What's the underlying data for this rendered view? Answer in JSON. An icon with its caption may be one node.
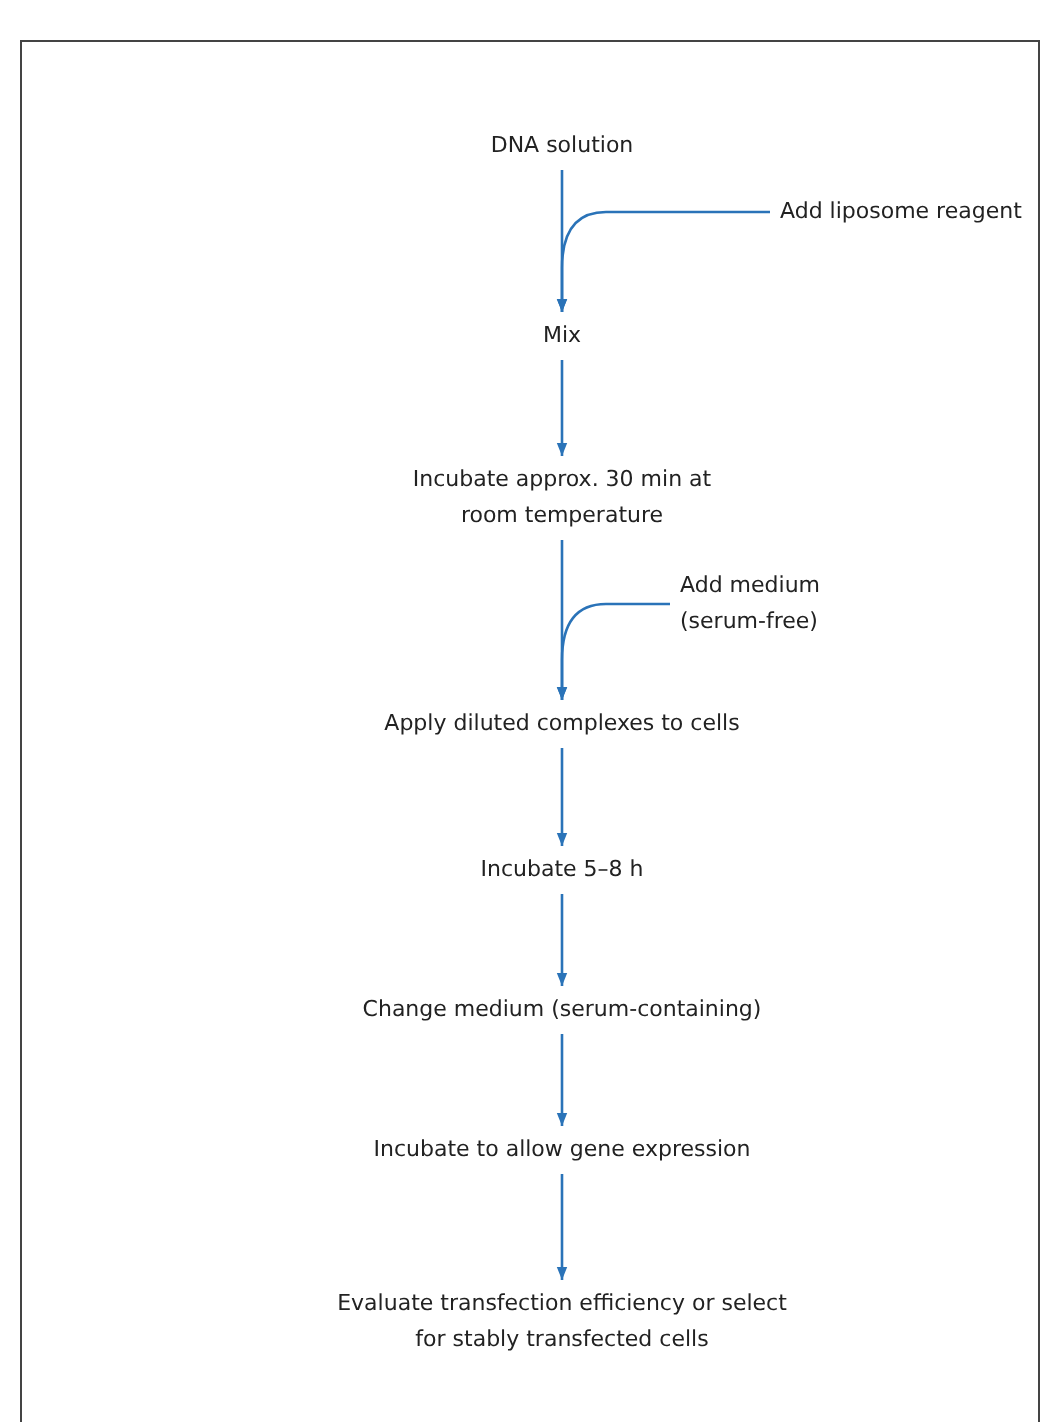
{
  "diagram": {
    "nodes": [
      {
        "text": [
          "DNA solution"
        ]
      },
      {
        "text": [
          "Add liposome reagent"
        ]
      },
      {
        "text": [
          "Mix"
        ]
      },
      {
        "text": [
          "Incubate approx. 30 min at room temperature"
        ]
      },
      {
        "text": [
          "Add medium (serum-free)"
        ]
      },
      {
        "text": [
          "Apply diluted complexes to cells"
        ]
      },
      {
        "text": [
          "Incubate 5–8 h"
        ]
      },
      {
        "text": [
          "Change medium (serum-containing)"
        ]
      },
      {
        "text": [
          "Incubate to allow gene expression"
        ]
      },
      {
        "text": [
          "Evaluate transfection efficiency or select for stably transfected cells"
        ]
      }
    ],
    "edges": [
      {
        "from": 0,
        "to": 2,
        "arrow": "to"
      },
      {
        "from": 1,
        "to": 2,
        "arrow": "to"
      },
      {
        "from": 2,
        "to": 3,
        "arrow": "to"
      },
      {
        "from": 3,
        "to": 5,
        "arrow": "to"
      },
      {
        "from": 4,
        "to": 5,
        "arrow": "to"
      },
      {
        "from": 5,
        "to": 6,
        "arrow": "to"
      },
      {
        "from": 6,
        "to": 7,
        "arrow": "to"
      },
      {
        "from": 7,
        "to": 8,
        "arrow": "to"
      },
      {
        "from": 8,
        "to": 9,
        "arrow": "to"
      }
    ]
  }
}
